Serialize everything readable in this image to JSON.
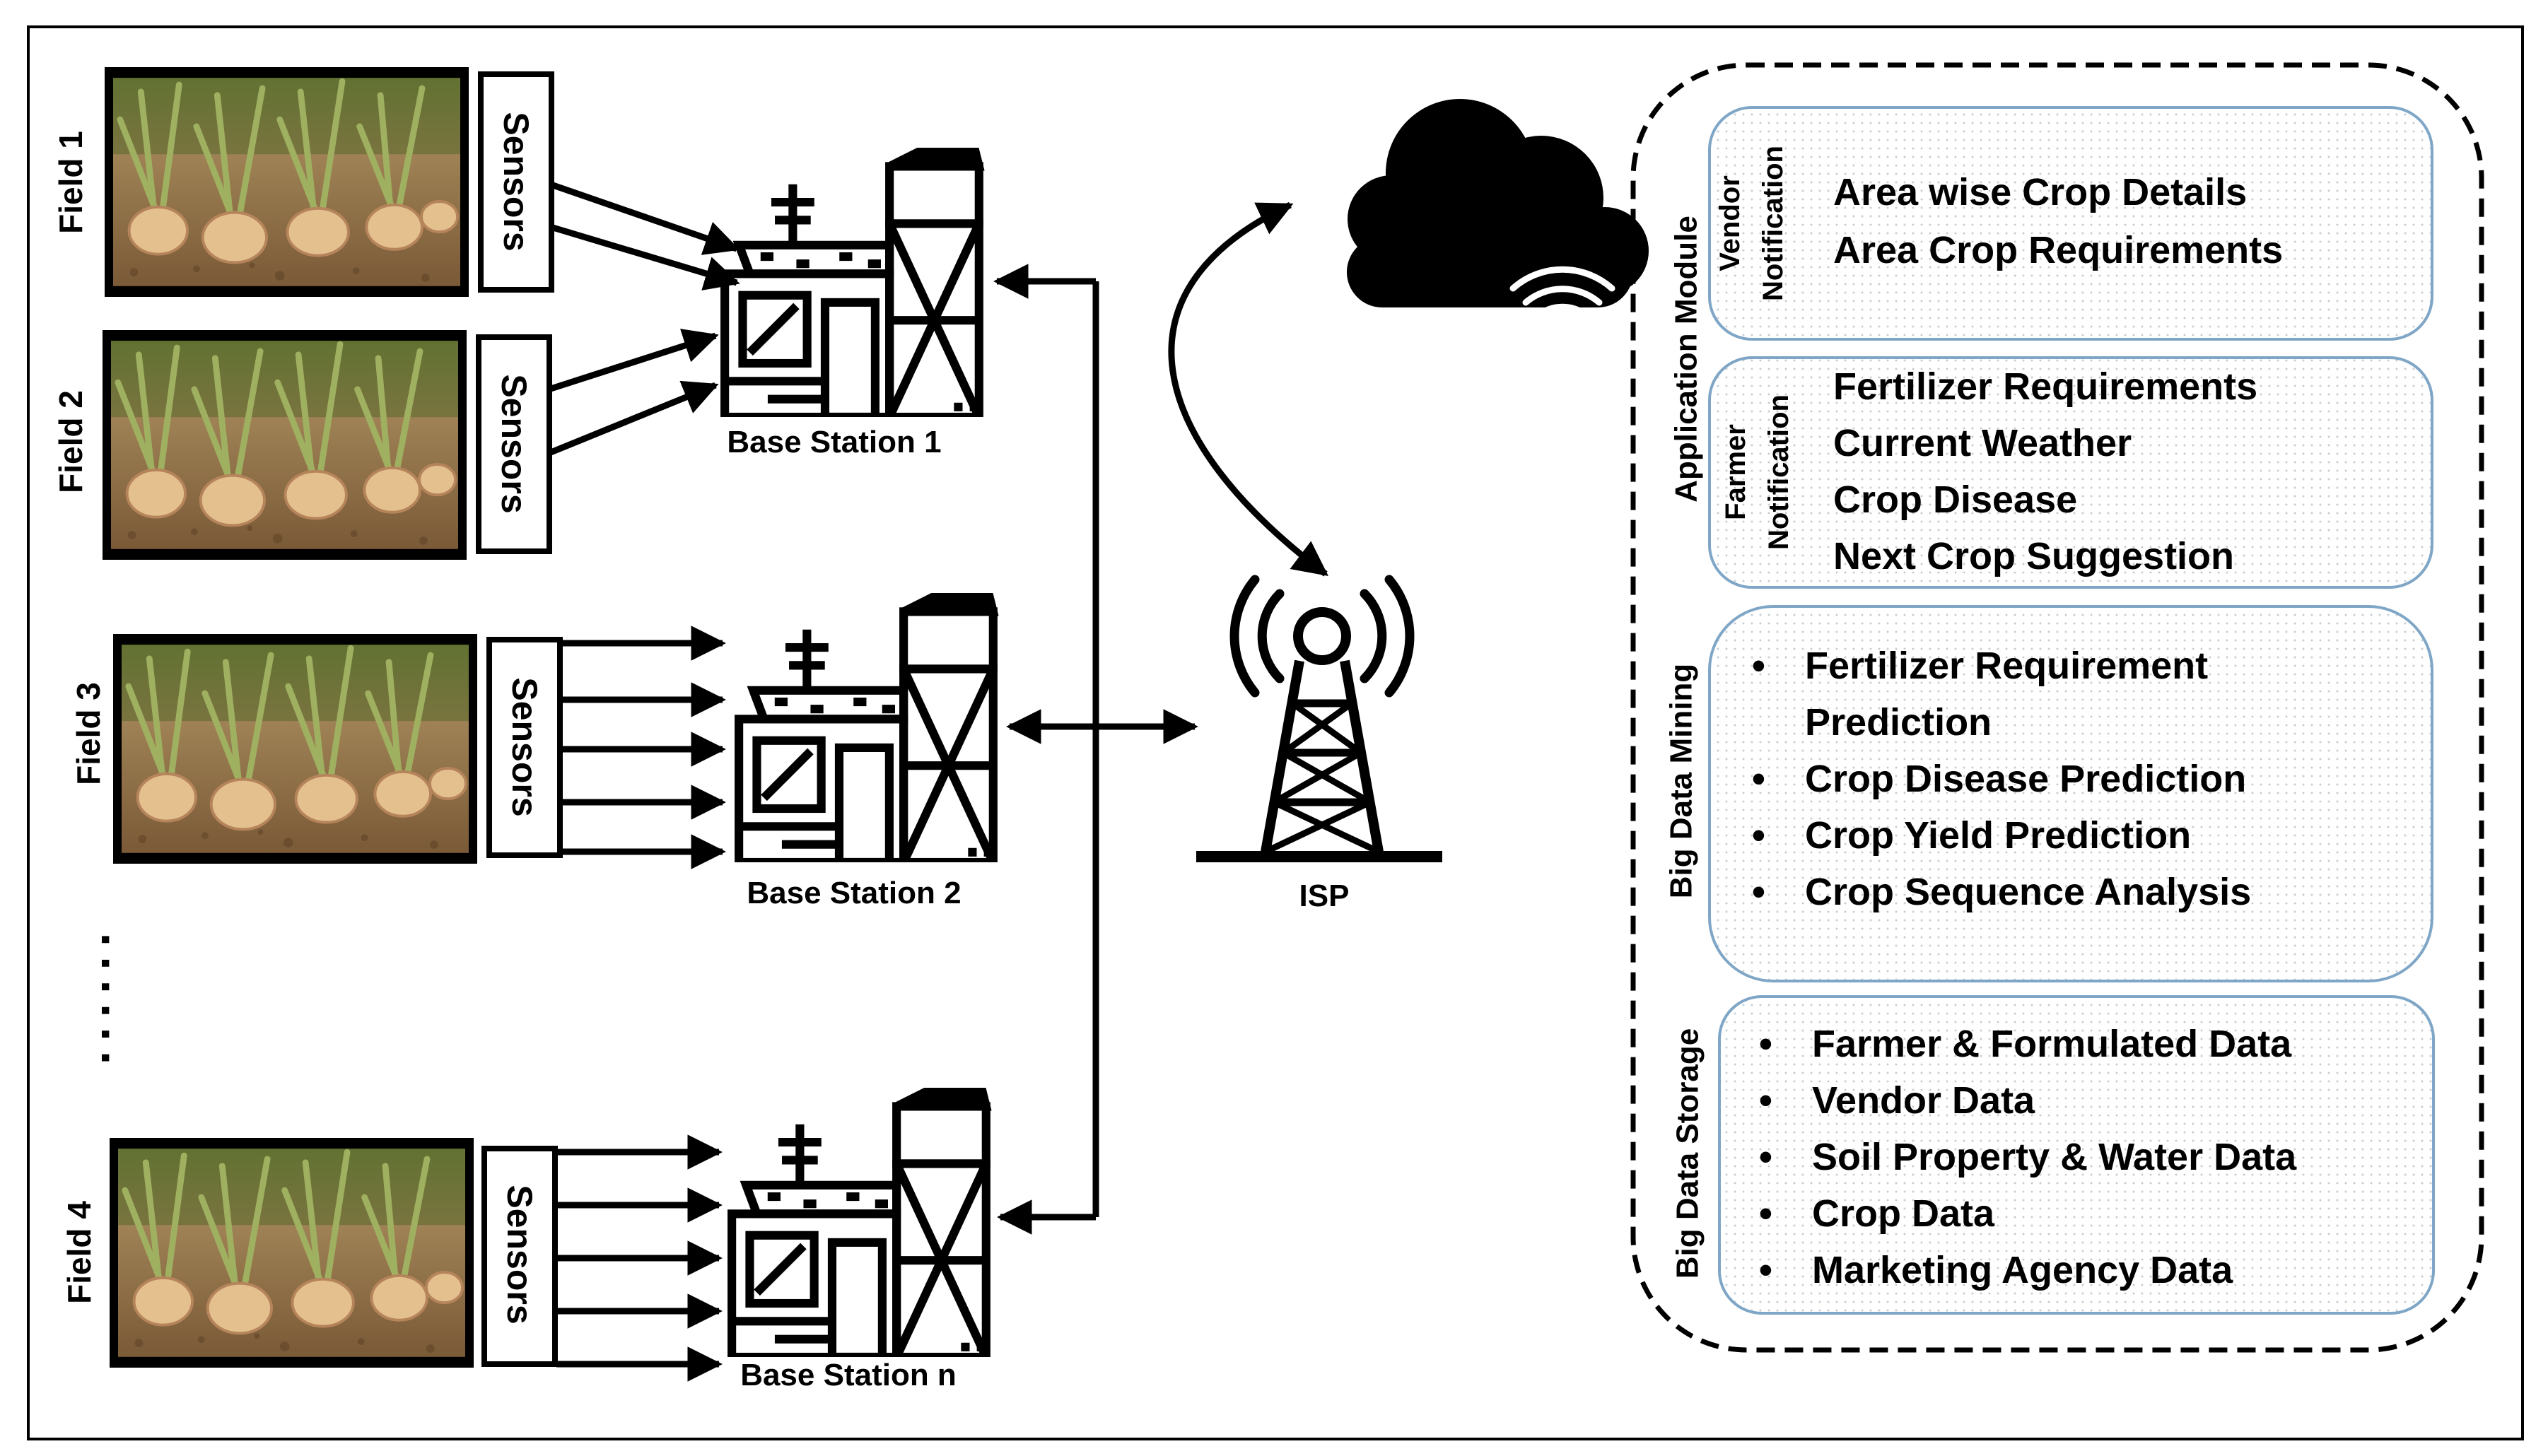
{
  "fields": [
    {
      "label": "Field 1",
      "sensor_label": "Sensors"
    },
    {
      "label": "Field 2",
      "sensor_label": "Sensors"
    },
    {
      "label": "Field 3",
      "sensor_label": "Sensors"
    },
    {
      "label": "Field 4",
      "sensor_label": "Sensors"
    }
  ],
  "ellipsis": "......",
  "base_stations": [
    "Base Station 1",
    "Base Station 2",
    "Base Station n"
  ],
  "isp_label": "ISP",
  "application_module": {
    "title": "Application Module",
    "vendor": {
      "title_line1": "Vendor",
      "title_line2": "Notification",
      "items": [
        "Area wise Crop Details",
        "Area Crop Requirements"
      ]
    },
    "farmer": {
      "title_line1": "Farmer",
      "title_line2": "Notification",
      "items": [
        "Fertilizer Requirements",
        "Current Weather",
        "Crop Disease",
        "Next Crop Suggestion"
      ]
    }
  },
  "big_data_mining": {
    "title": "Big Data Mining",
    "items": [
      {
        "line1": "Fertilizer Requirement",
        "line2": "Prediction"
      },
      {
        "line1": "Crop Disease Prediction"
      },
      {
        "line1": "Crop Yield Prediction"
      },
      {
        "line1": "Crop Sequence Analysis"
      }
    ]
  },
  "big_data_storage": {
    "title": "Big Data Storage",
    "items": [
      "Farmer & Formulated Data",
      "Vendor Data",
      "Soil Property & Water Data",
      "Crop Data",
      "Marketing Agency Data"
    ]
  },
  "bullet": "•"
}
